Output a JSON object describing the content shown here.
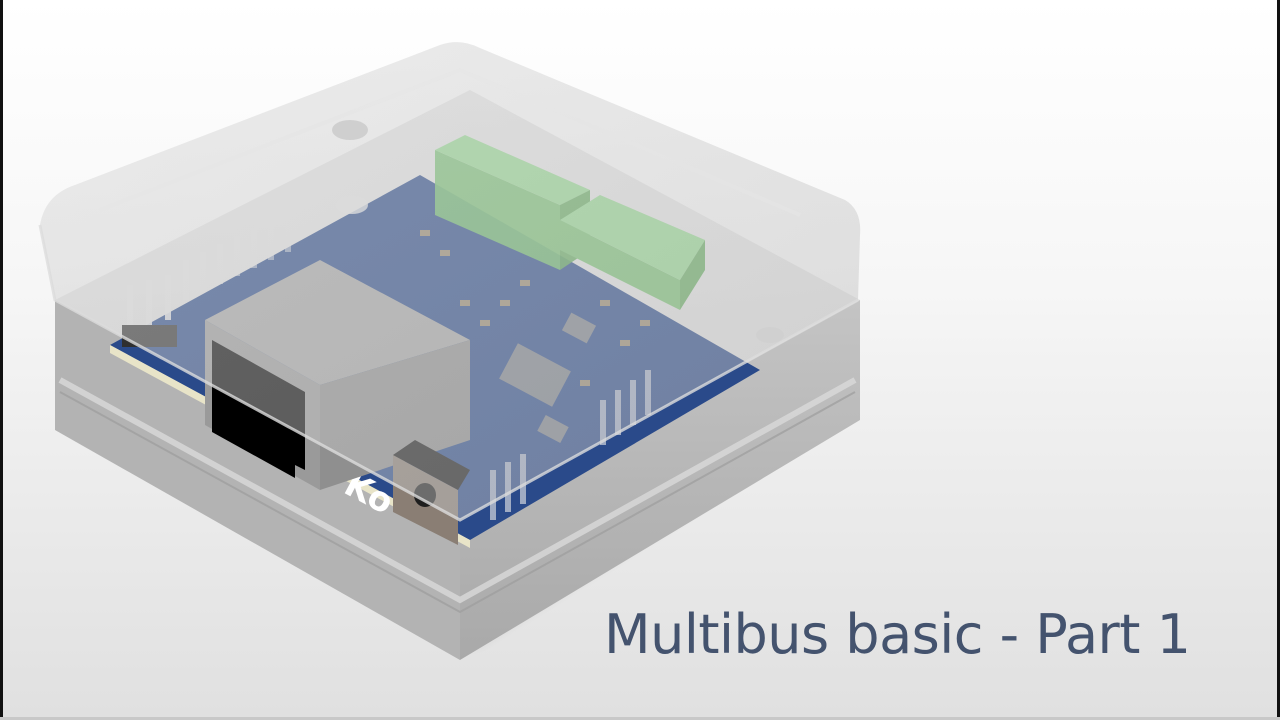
{
  "slide": {
    "title": "Multibus basic - Part 1",
    "title_color": "#44536e",
    "background": "#f4f4f4"
  },
  "render": {
    "subject": "transparent enclosure with PCB",
    "pcb_color": "#2a4a8a",
    "terminal_block_color": "#6fbf6a",
    "enclosure_color": "#b8b8b8",
    "rj45_jack_color": "#000000",
    "logo_text": "Ko"
  }
}
